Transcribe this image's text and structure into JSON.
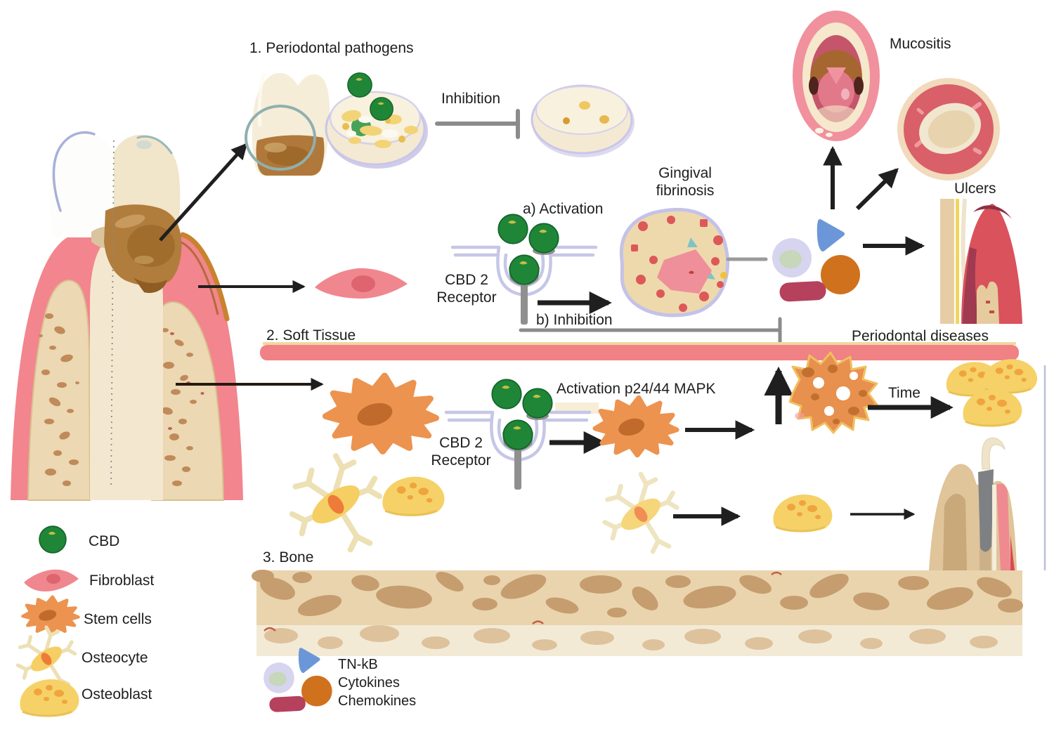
{
  "figure": {
    "type": "scientific-diagram",
    "topic": "Effects of CBD on periodontal pathogens, soft tissue and bone"
  },
  "sections": {
    "pathogens_label": "1. Periodontal pathogens",
    "soft_tissue_label": "2. Soft Tissue",
    "bone_label": "3. Bone"
  },
  "labels": {
    "inhibition_top": "Inhibition",
    "mucositis": "Mucositis",
    "ulcers": "Ulcers",
    "gingival_fibrinosis": "Gingival\nfibrinosis",
    "activation_a": "a) Activation",
    "cbd2_receptor_top": "CBD 2\nReceptor",
    "inhibition_b": "b) Inhibition",
    "periodontal_diseases": "Periodontal diseases",
    "activation_mapk": "Activation p24/44 MAPK",
    "time": "Time",
    "cbd2_receptor_bottom": "CBD 2\nReceptor"
  },
  "legend": {
    "items": [
      {
        "label": "CBD",
        "icon": "cbd-green-sphere"
      },
      {
        "label": "Fibroblast",
        "icon": "fibroblast-pink-spindle"
      },
      {
        "label": "Stem cells",
        "icon": "stem-cell-orange-star"
      },
      {
        "label": "Osteocyte",
        "icon": "osteocyte-yellow-dendritic"
      },
      {
        "label": "Osteoblast",
        "icon": "osteoblast-yellow-blob"
      }
    ],
    "mediators_label": "TN-kB\nCytokines\nChemokines"
  },
  "colors": {
    "cbd_green": "#1f8638",
    "fibroblast_pink": "#f0878e",
    "stem_cell_orange": "#ec9350",
    "osteocyte_yellow": "#f5cf63",
    "osteoblast_yellow": "#f6d167",
    "soft_tissue_bar": "#f08184",
    "bone_tan": "#e9d4ae",
    "bone_blob_brown": "#c69d6e",
    "inhibition_gray": "#8b8b8b",
    "arrow_black": "#1f1f1f",
    "membrane_lavender": "#c6c6e6",
    "cytokine_blue": "#6b97d8",
    "cytokine_orange": "#d0711d",
    "cytokine_maroon": "#b5415c",
    "cytokine_lavender": "#d7d4ef"
  }
}
